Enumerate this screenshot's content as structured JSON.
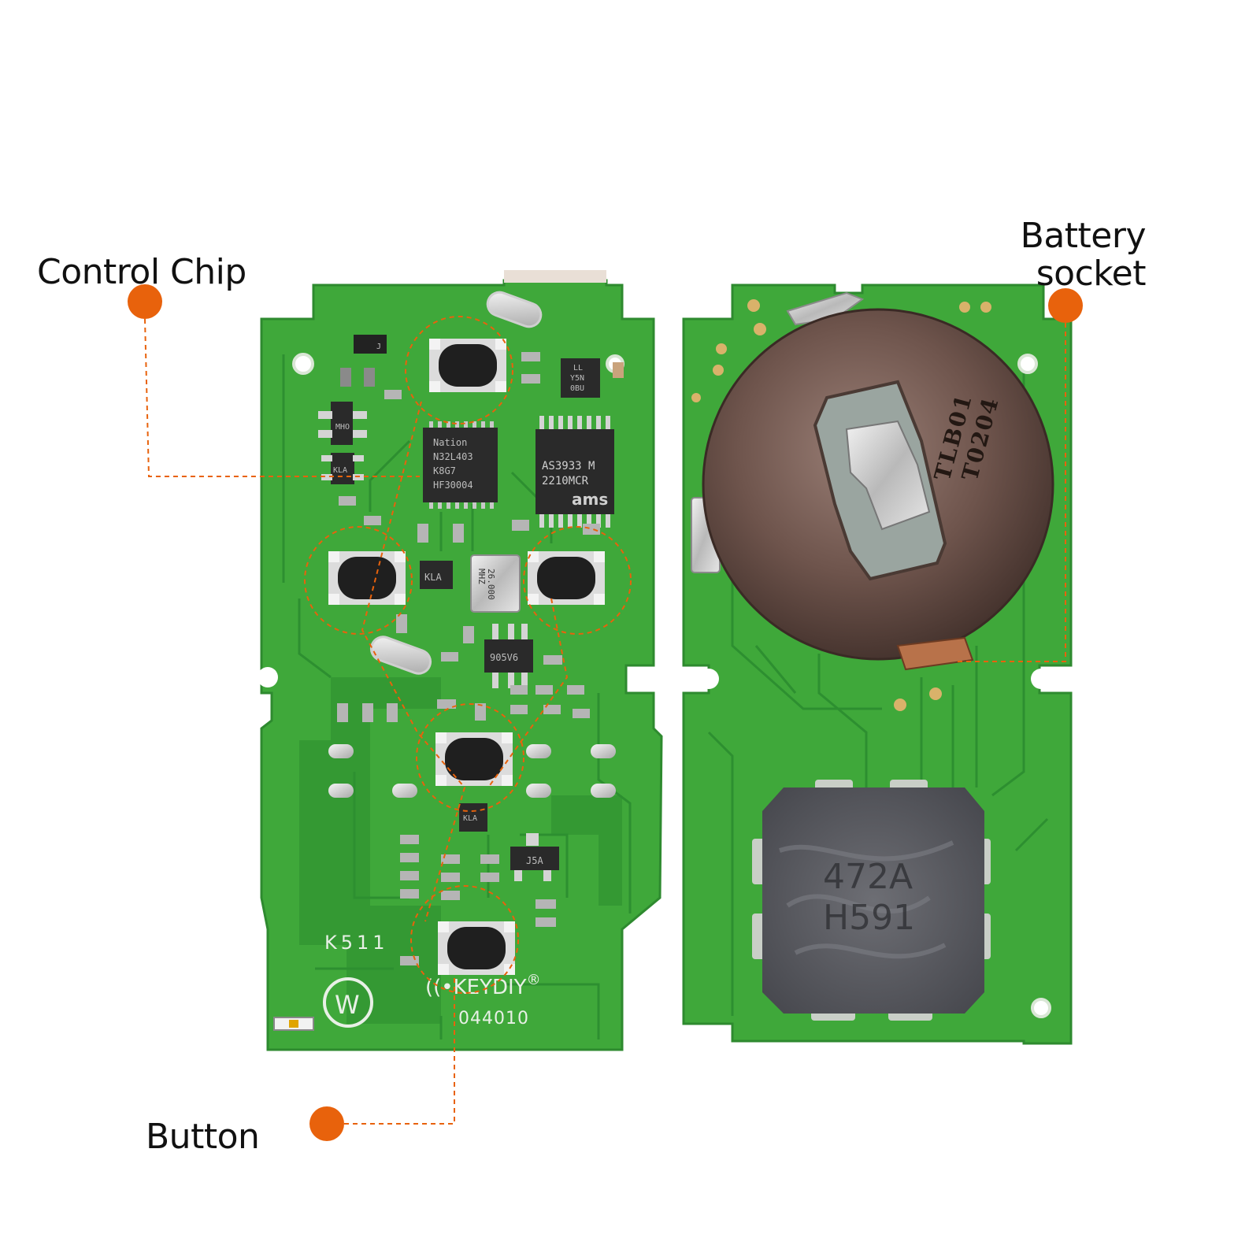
{
  "labels": {
    "control_chip": "Control Chip",
    "battery_line1": "Battery",
    "battery_line2": "socket",
    "button": "Button"
  },
  "board_front": {
    "chip_text": [
      "Nation",
      "N32L403",
      "K8G7",
      "HF30004"
    ],
    "driver_text": [
      "AS3933 M",
      "2210MCR"
    ],
    "driver_logo": "ams",
    "crystal_text": [
      "26.000",
      "MHZ"
    ],
    "small_chip_text": [
      "LL",
      "Y5N",
      "0BU"
    ],
    "kla_text": "KLA",
    "mkh_text": "MHO",
    "model_text": "K511",
    "brand_text": "((•KEYDIY",
    "brand_mark": "®",
    "code_text": "044010",
    "w_logo": "W",
    "part_text": "905V6",
    "sot_text": "J5A",
    "j_text": "J"
  },
  "board_back": {
    "battery_text": [
      "TLB01",
      "T0204"
    ],
    "coil_text": [
      "472A",
      "H591"
    ]
  },
  "colors": {
    "accent": "#e8620c",
    "pcb_green": "#3fa83a",
    "pcb_dark": "#2b8c2e",
    "silk": "#e8f0e6"
  }
}
